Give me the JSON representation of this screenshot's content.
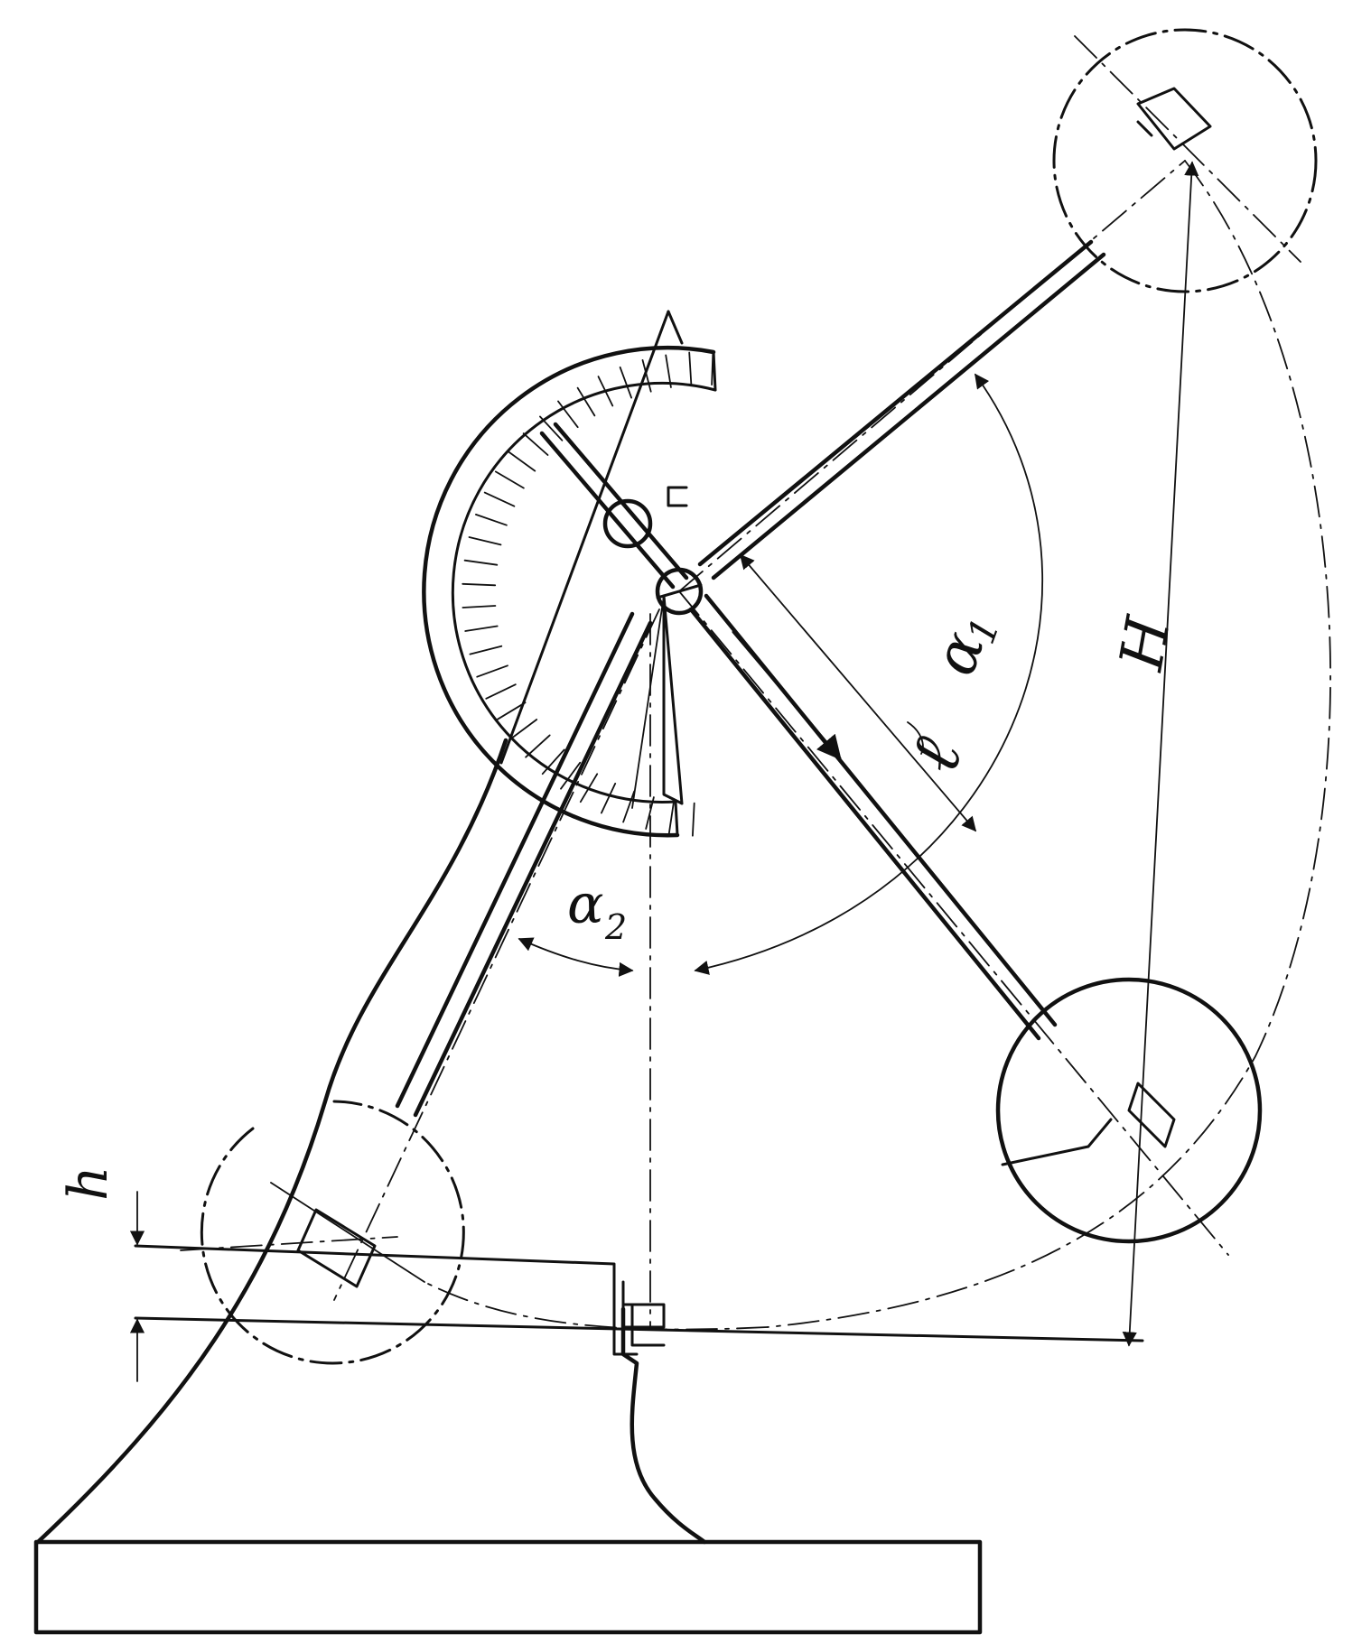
{
  "labels": {
    "alpha1": "α",
    "alpha1_sub": "1",
    "alpha2": "α",
    "alpha2_sub": "2",
    "H": "H",
    "l": "ℓ",
    "h": "h"
  },
  "colors": {
    "ink": "#111111",
    "paper": "#ffffff"
  }
}
